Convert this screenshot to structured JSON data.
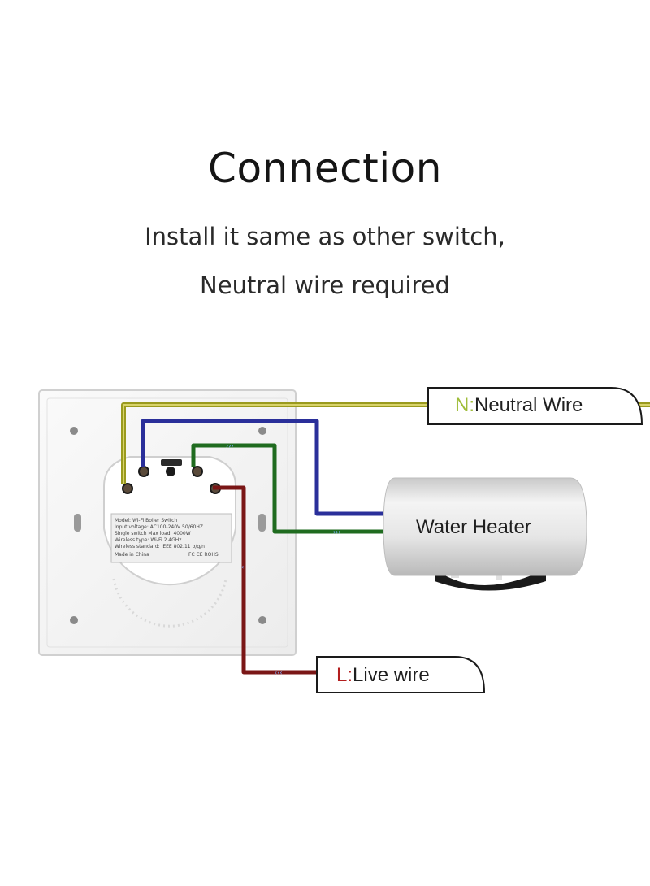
{
  "header": {
    "title": "Connection",
    "subtitle_line1": "Install it same as other switch,",
    "subtitle_line2": "Neutral wire required"
  },
  "labels": {
    "neutral_prefix": "N:",
    "neutral_text": "Neutral Wire",
    "heater": "Water Heater",
    "live_prefix": "L:",
    "live_text": "Live wire"
  },
  "switch_label": {
    "line1": "Model: Wi-Fi Boiler Switch",
    "line2": "Input voltage: AC100-240V 50/60HZ",
    "line3": "Single switch Max load: 4000W",
    "line4": "Wireless type: Wi-Fi 2.4GHz",
    "line5": "Wireless standard: IEEE 802.11 b/g/n",
    "line6": "Made in China",
    "line7": "FC CE ROHS"
  },
  "colors": {
    "neutral_wire": "#9a9a1e",
    "neutral_wire_light": "#d8d36a",
    "neutral_label_prefix": "#9fbd3a",
    "heater_wire_blue": "#2a2f9a",
    "heater_wire_green": "#1f6b1f",
    "live_wire": "#7a1616",
    "live_label_prefix": "#b31e1e",
    "plate": "#f4f4f4",
    "plate_edge": "#d2d2d2"
  },
  "icons": {
    "terminal": "screw-terminal-icon",
    "heater": "water-heater-icon"
  }
}
